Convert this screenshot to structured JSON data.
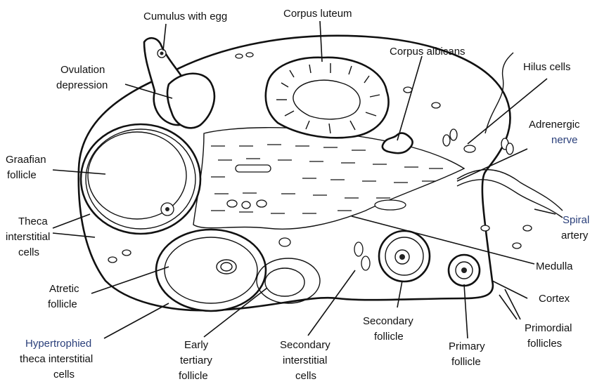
{
  "labels": {
    "cumulus": "Cumulus with egg",
    "corpus_luteum": "Corpus luteum",
    "corpus_albicans": "Corpus albicans",
    "hilus_cells": "Hilus cells",
    "ovulation_1": "Ovulation",
    "ovulation_2": "depression",
    "adrenergic_1": "Adrenergic",
    "adrenergic_2": "nerve",
    "graafian_1": "Graafian",
    "graafian_2": "follicle",
    "theca_1": "Theca",
    "theca_2": "interstitial",
    "theca_3": "cells",
    "spiral_1": "Spiral",
    "spiral_2": "artery",
    "medulla": "Medulla",
    "atretic_1": "Atretic",
    "atretic_2": "follicle",
    "cortex": "Cortex",
    "hyper_1": "Hypertrophied",
    "hyper_2": "theca interstitial",
    "hyper_3": "cells",
    "early_1": "Early",
    "early_2": "tertiary",
    "early_3": "follicle",
    "sec_int_1": "Secondary",
    "sec_int_2": "interstitial",
    "sec_int_3": "cells",
    "sec_fol_1": "Secondary",
    "sec_fol_2": "follicle",
    "prim_fol_1": "Primary",
    "prim_fol_2": "follicle",
    "primordial_1": "Primordial",
    "primordial_2": "follicles"
  },
  "colors": {
    "ink": "#111111",
    "accent_label": "#2a3f7a"
  }
}
